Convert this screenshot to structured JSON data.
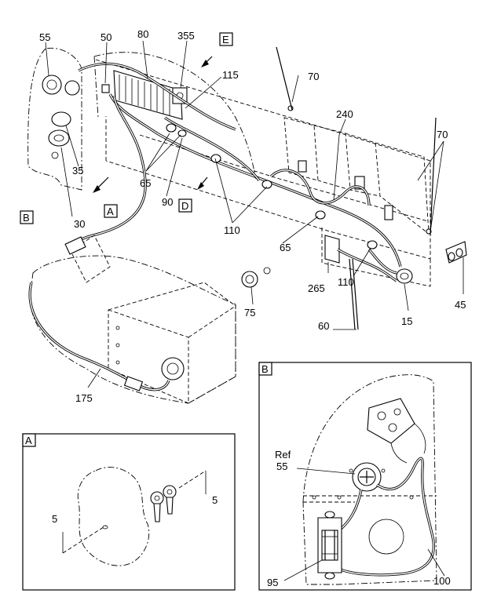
{
  "callouts": {
    "c55": "55",
    "c50": "50",
    "c80": "80",
    "c355": "355",
    "c115": "115",
    "c70a": "70",
    "c70b": "70",
    "c240": "240",
    "c35": "35",
    "c30": "30",
    "c65a": "65",
    "c65b": "65",
    "c90": "90",
    "c110a": "110",
    "c110b": "110",
    "c265": "265",
    "c75": "75",
    "c60": "60",
    "c15": "15",
    "c45": "45",
    "c175": "175",
    "c5a": "5",
    "c5b": "5",
    "c95": "95",
    "c100": "100",
    "ref": "Ref",
    "ref55": "55"
  },
  "views": {
    "A": "A",
    "B": "B",
    "D": "D",
    "E": "E",
    "detailA": "A",
    "detailB": "B"
  }
}
